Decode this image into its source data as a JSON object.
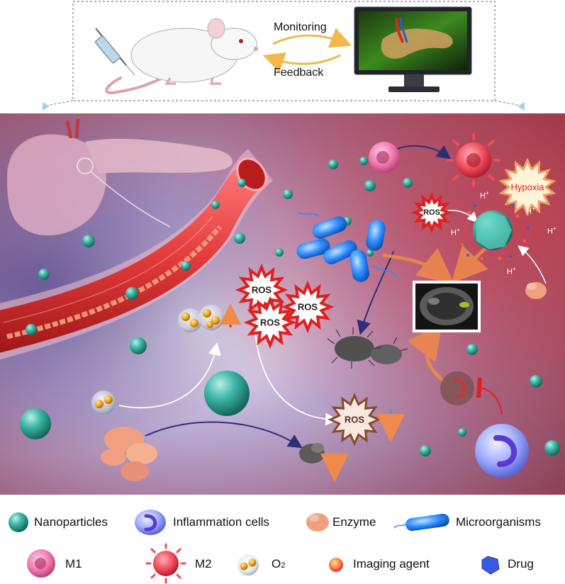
{
  "top_panel": {
    "monitoring_label": "Monitoring",
    "feedback_label": "Feedback"
  },
  "scene": {
    "ros_label": "ROS",
    "hypoxia_label": "Hypoxia",
    "proton_label": "H",
    "proton_charge": "+"
  },
  "legend": {
    "nanoparticles": "Nanoparticles",
    "inflammation_cells": "Inflammation cells",
    "enzyme": "Enzyme",
    "microorganisms": "Microorganisms",
    "m1": "M1",
    "m2": "M2",
    "o2_base": "O",
    "o2_sub": "2",
    "imaging_agent": "Imaging agent",
    "drug": "Drug"
  },
  "colors": {
    "nanoparticle": "#3fb8a8",
    "vessel": "#e23a3a",
    "microorganism": "#2f8cff",
    "m1": "#f07ab0",
    "m2": "#f24a5a",
    "enzyme": "#f0a080",
    "drug": "#3a5be0",
    "ros_star": "#e02020",
    "hypoxia": "#d42020",
    "arrow_dark": "#2e2e78",
    "arrow_orange": "#f08a4a"
  }
}
